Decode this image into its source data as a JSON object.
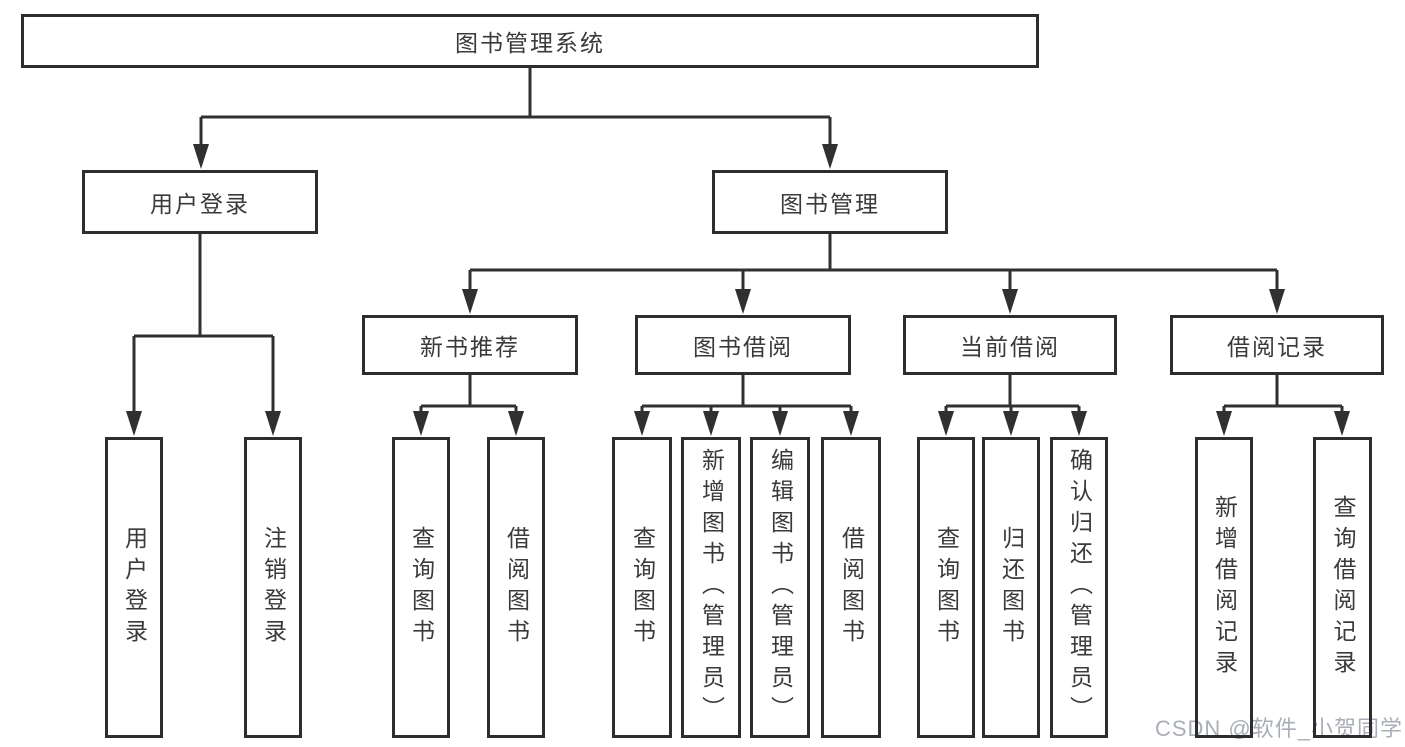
{
  "tree": {
    "label": "图书管理系统",
    "children": [
      {
        "label": "用户登录",
        "children": [
          {
            "label": "用户登录"
          },
          {
            "label": "注销登录"
          }
        ]
      },
      {
        "label": "图书管理",
        "children": [
          {
            "label": "新书推荐",
            "children": [
              {
                "label": "查询图书"
              },
              {
                "label": "借阅图书"
              }
            ]
          },
          {
            "label": "图书借阅",
            "children": [
              {
                "label": "查询图书"
              },
              {
                "label": "新增图书（管理员）"
              },
              {
                "label": "编辑图书（管理员）"
              },
              {
                "label": "借阅图书"
              }
            ]
          },
          {
            "label": "当前借阅",
            "children": [
              {
                "label": "查询图书"
              },
              {
                "label": "归还图书"
              },
              {
                "label": "确认归还（管理员）"
              }
            ]
          },
          {
            "label": "借阅记录",
            "children": [
              {
                "label": "新增借阅记录"
              },
              {
                "label": "查询借阅记录"
              }
            ]
          }
        ]
      }
    ]
  },
  "watermark": "CSDN @软件_小贺同学",
  "colors": {
    "line": "#303030",
    "border": "#2d2d2d",
    "text": "#3a3a3a",
    "watermark": "#a9aeb6",
    "background": "#ffffff"
  }
}
